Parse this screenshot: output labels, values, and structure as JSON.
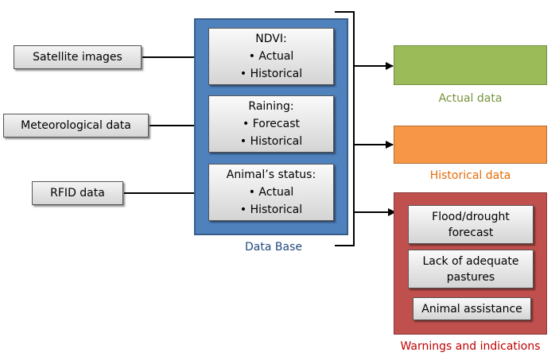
{
  "inputs": {
    "satellite": "Satellite images",
    "meteorological": "Meteorological data",
    "rfid": "RFID data"
  },
  "database": {
    "label": "Data Base",
    "ndvi": {
      "title": "NDVI:",
      "items": [
        "Actual",
        "Historical"
      ]
    },
    "raining": {
      "title": "Raining:",
      "items": [
        "Forecast",
        "Historical"
      ]
    },
    "animal": {
      "title": "Animal’s status:",
      "items": [
        "Actual",
        "Historical"
      ]
    }
  },
  "outputs": {
    "actual": {
      "label": "Actual data"
    },
    "historical": {
      "label": "Historical data"
    },
    "warnings": {
      "label": "Warnings and indications",
      "items": [
        [
          "Flood/drought",
          "forecast"
        ],
        [
          "Lack of adequate",
          "pastures"
        ],
        [
          "Animal assistance"
        ]
      ]
    }
  },
  "colors": {
    "database_fill": "#4f81bd",
    "database_label": "#1f497d",
    "actual_fill": "#9bbb59",
    "actual_label": "#77933c",
    "historical_fill": "#f79646",
    "historical_label": "#e46c0a",
    "warnings_fill": "#c0504d",
    "warnings_label": "#c00000"
  }
}
